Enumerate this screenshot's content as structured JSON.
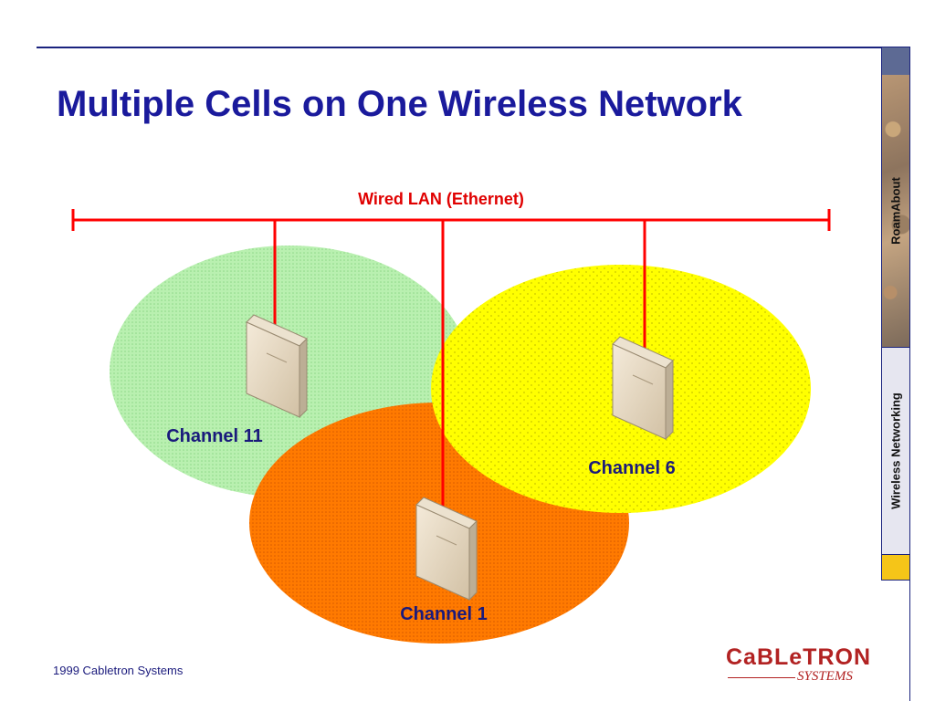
{
  "slide": {
    "title": "Multiple Cells on One Wireless Network",
    "footer": "1999 Cabletron Systems"
  },
  "sidebar": {
    "product_label": "RoamAbout",
    "section_label": "Wireless Networking"
  },
  "logo": {
    "main": "CaBLeTRON",
    "sub": "SYSTEMS"
  },
  "diagram": {
    "lan_label": "Wired LAN (Ethernet)",
    "cells": [
      {
        "label": "Channel 11",
        "color": "#b9f0b0",
        "dot_color": "#8ed888"
      },
      {
        "label": "Channel 1",
        "color": "#ff7a00",
        "dot_color": "#d95a00"
      },
      {
        "label": "Channel 6",
        "color": "#ffff00",
        "dot_color": "#d7d400"
      }
    ],
    "colors": {
      "wire": "#ff0000",
      "label_text": "#1a1a7c"
    },
    "icons": [
      "access-point-icon",
      "access-point-icon",
      "access-point-icon"
    ]
  }
}
